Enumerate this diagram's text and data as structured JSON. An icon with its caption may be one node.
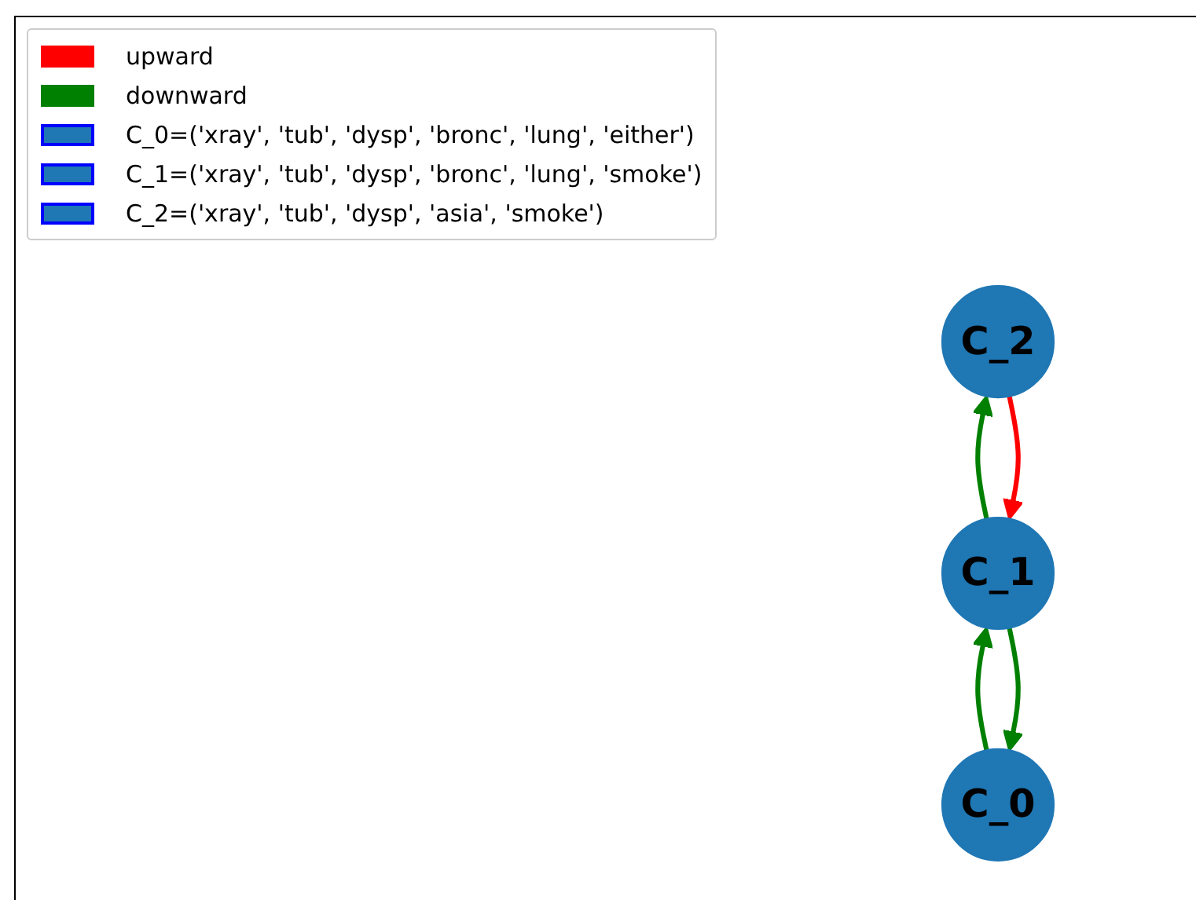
{
  "diagram": {
    "nodes": [
      {
        "text": [
          "C_0"
        ]
      },
      {
        "text": [
          "C_1"
        ]
      },
      {
        "text": [
          "C_2"
        ]
      }
    ],
    "edges": [
      {
        "from": 2,
        "to": 1,
        "arrow": "to",
        "color": "#ff0000"
      },
      {
        "from": 1,
        "to": 2,
        "arrow": "to",
        "color": "#008000"
      },
      {
        "from": 1,
        "to": 0,
        "arrow": "to",
        "color": "#008000"
      },
      {
        "from": 0,
        "to": 1,
        "arrow": "to",
        "color": "#008000"
      }
    ],
    "legend": [
      {
        "text": "upward",
        "color": "#ff0000"
      },
      {
        "text": "downward",
        "color": "#008000"
      },
      {
        "text": "C_0=('xray', 'tub', 'dysp', 'bronc', 'lung', 'either')",
        "color": "#1f77b4"
      },
      {
        "text": "C_1=('xray', 'tub', 'dysp', 'bronc', 'lung', 'smoke')",
        "color": "#1f77b4"
      },
      {
        "text": "C_2=('xray', 'tub', 'dysp', 'asia', 'smoke')",
        "color": "#1f77b4"
      }
    ]
  }
}
